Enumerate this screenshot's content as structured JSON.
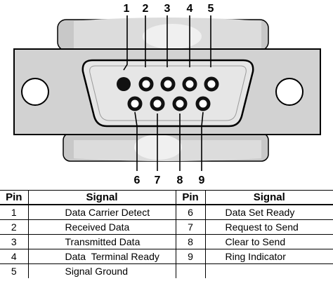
{
  "pin_labels_top": [
    "1",
    "2",
    "3",
    "4",
    "5"
  ],
  "pin_labels_bottom": [
    "6",
    "7",
    "8",
    "9"
  ],
  "table": {
    "headers": [
      "Pin",
      "Signal",
      "Pin",
      "Signal"
    ],
    "rows": [
      {
        "pin_left": "1",
        "signal_left": "Data Carrier Detect",
        "pin_right": "6",
        "signal_right": "Data Set Ready"
      },
      {
        "pin_left": "2",
        "signal_left": "Received Data",
        "pin_right": "7",
        "signal_right": "Request to Send"
      },
      {
        "pin_left": "3",
        "signal_left": "Transmitted Data",
        "pin_right": "8",
        "signal_right": "Clear to Send"
      },
      {
        "pin_left": "4",
        "signal_left": "Data  Terminal Ready",
        "pin_right": "9",
        "signal_right": "Ring Indicator"
      },
      {
        "pin_left": "5",
        "signal_left": "Signal Ground",
        "pin_right": "",
        "signal_right": ""
      }
    ]
  },
  "colors": {
    "shell": "#d2d2d2",
    "backshell": "#c8c8c8",
    "face": "#e8e8e8",
    "pin": "#111111",
    "outline": "#000000"
  }
}
